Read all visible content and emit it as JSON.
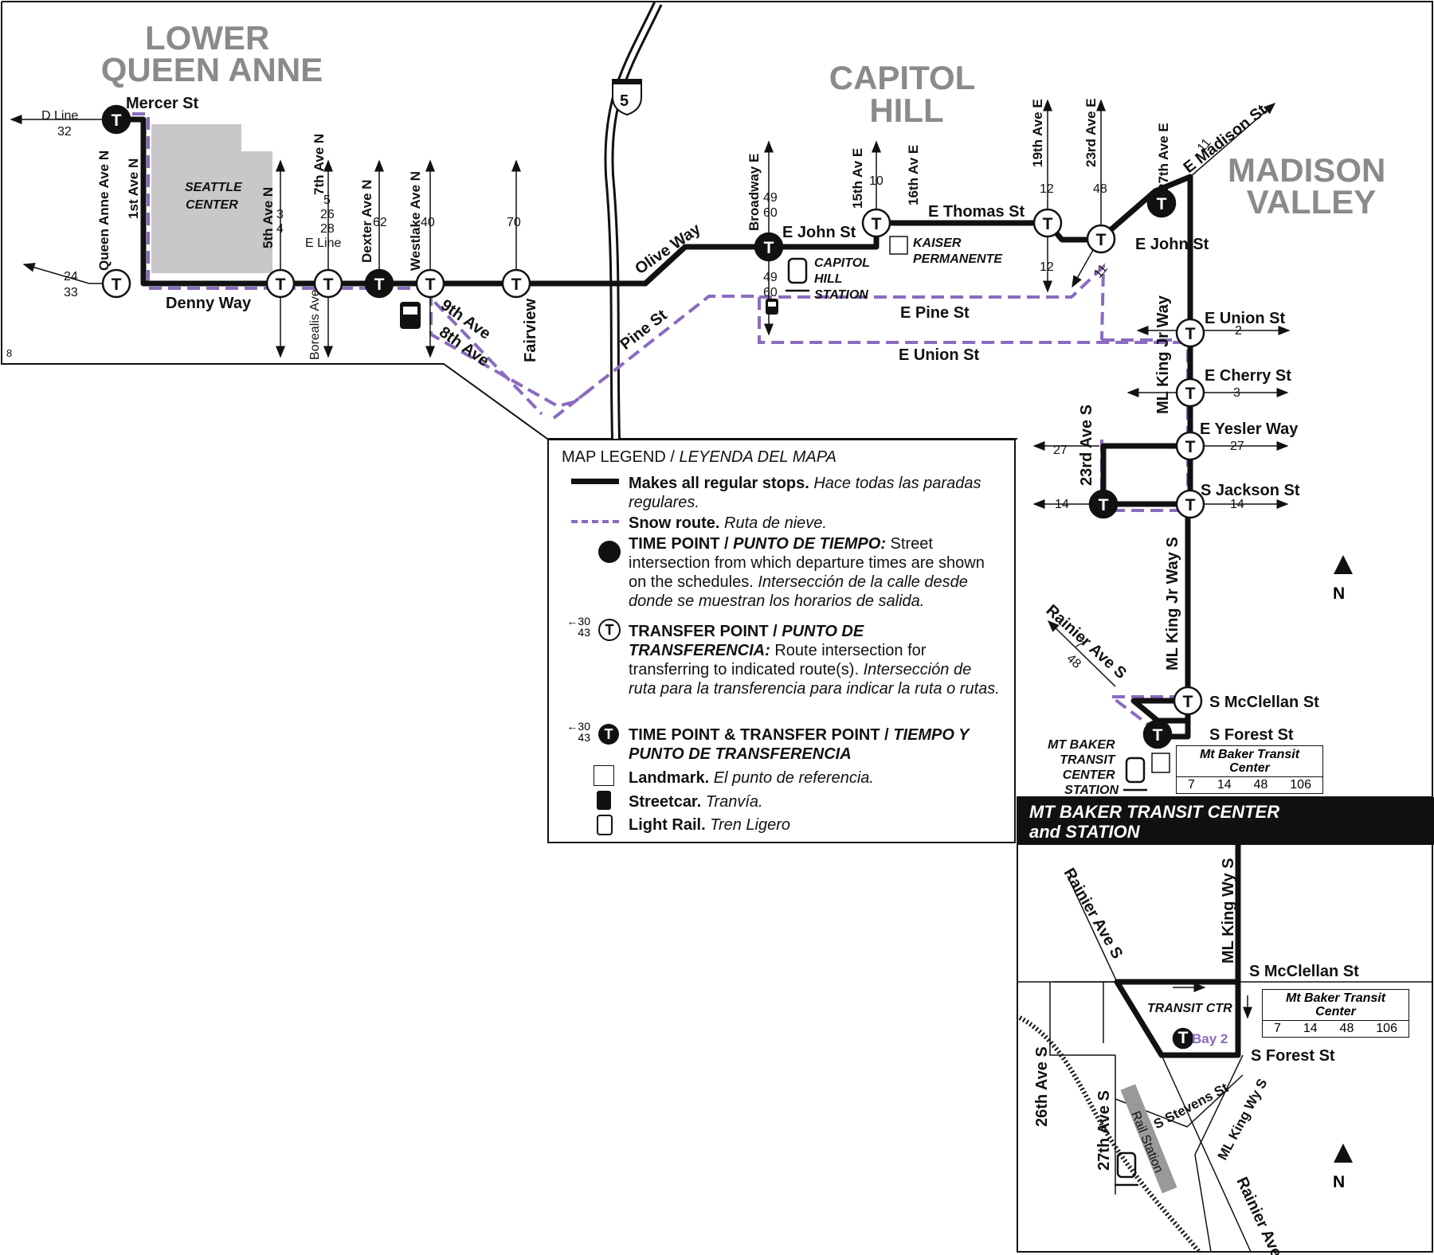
{
  "areas": {
    "lower_queen_anne": [
      "LOWER",
      "QUEEN ANNE"
    ],
    "capitol_hill": [
      "CAPITOL",
      "HILL"
    ],
    "madison_valley": [
      "MADISON",
      "VALLEY"
    ]
  },
  "streets": {
    "mercer": "Mercer St",
    "queen_anne_ave": "Queen Anne Ave N",
    "first_ave": "1st Ave N",
    "seattle_center": [
      "SEATTLE",
      "CENTER"
    ],
    "denny": "Denny Way",
    "fifth_ave": "5th Ave N",
    "seventh_ave": "7th Ave N",
    "borealis": "Borealis Ave",
    "dexter": "Dexter Ave N",
    "westlake": "Westlake Ave N",
    "ninth_ave": "9th Ave",
    "eighth_ave": "8th Ave",
    "fairview": "Fairview",
    "olive": "Olive Way",
    "pine": "Pine St",
    "broadway": "Broadway E",
    "e_john": "E John St",
    "fifteenth": "15th Av E",
    "sixteenth": "16th Av E",
    "thomas": "E Thomas St",
    "nineteenth": "19th Ave E",
    "twentythird_e": "23rd Ave E",
    "twentyseventh_e": "27th Ave E",
    "madison": "E Madison St",
    "e_john_2": "E John St",
    "e_pine": "E Pine St",
    "e_union_label": "E Union St",
    "union_st": "E Union St",
    "mlk_jr_way": "ML King Jr Way",
    "cherry": "E Cherry St",
    "yesler": "E Yesler Way",
    "twentythird_s": "23rd Ave S",
    "jackson": "S Jackson St",
    "mlk_jr_way_s": "ML King Jr Way S",
    "rainier": "Rainier Ave S",
    "mcclellan": "S McClellan St",
    "forest": "S Forest St",
    "interstate": "5",
    "kaiser": [
      "KAISER",
      "PERMANENTE"
    ],
    "capitol_station": [
      "CAPITOL",
      "HILL",
      "STATION"
    ],
    "mt_baker_station": [
      "MT BAKER",
      "TRANSIT",
      "CENTER",
      "STATION"
    ]
  },
  "routes": {
    "d_line": "D Line",
    "r32": "32",
    "r24": "24",
    "r33": "33",
    "r3": "3",
    "r4": "4",
    "r5": "5",
    "r26": "26",
    "r28": "28",
    "e_line": "E Line",
    "r62": "62",
    "r40": "40",
    "r70": "70",
    "r49": "49",
    "r60": "60",
    "r49b": "49",
    "r60b": "60",
    "r10": "10",
    "r12": "12",
    "r12b": "12",
    "r48": "48",
    "r11": "11",
    "r11b": "11",
    "r2": "2",
    "r3b": "3",
    "r27": "27",
    "r27b": "27",
    "r14": "14",
    "r14b": "14",
    "r7": "7",
    "r48b": "48",
    "page_num": "8"
  },
  "legend": {
    "title": "MAP LEGEND / ",
    "title_es": "LEYENDA DEL MAPA",
    "regular_b": "Makes all regular stops.",
    "regular_i": " Hace todas las paradas regulares.",
    "snow_b": "Snow route.",
    "snow_i": " Ruta de nieve.",
    "tp_b": "TIME POINT / ",
    "tp_bi": "PUNTO DE TIEMPO:",
    "tp_t": " Street intersection from which departure times are shown on the schedules.",
    "tp_i": " Intersección de la calle desde donde se muestran los horarios de salida.",
    "tr_b": "TRANSFER POINT / ",
    "tr_bi": "PUNTO DE TRANSFERENCIA:",
    "tr_t": " Route intersection for transferring to indicated route(s).",
    "tr_i": " Intersección de ruta para la transferencia para indicar la ruta o rutas.",
    "both_b": "TIME POINT & TRANSFER POINT / ",
    "both_bi": "TIEMPO Y PUNTO DE TRANSFERENCIA",
    "landmark_b": "Landmark.",
    "landmark_i": " El punto de referencia.",
    "streetcar_b": "Streetcar.",
    "streetcar_i": " Tranvía.",
    "rail_b": "Light Rail.",
    "rail_i": " Tren Ligero",
    "sample_r1": "30",
    "sample_r2": "43"
  },
  "transit_center": {
    "bar_line1": "MT BAKER TRANSIT CENTER",
    "bar_line2": "and STATION",
    "box_title": "Mt Baker Transit Center",
    "box_routes": [
      "7",
      "14",
      "48",
      "106"
    ],
    "transit_ctr": "TRANSIT CTR",
    "bay": "Bay 2",
    "rail_station": "Rail Station",
    "inset_streets": {
      "rainier": "Rainier Ave S",
      "mlk_wy": "ML King Wy S",
      "mcclellan": "S McClellan St",
      "forest": "S Forest St",
      "twentysixth": "26th Ave S",
      "twentyseventh": "27th Ave S",
      "stevens": "S Stevens St",
      "mlk_wy_2": "ML King Wy S",
      "rainier_2": "Rainier Ave S"
    }
  },
  "north": "N",
  "colors": {
    "route": "#111111",
    "snow": "#8a6bbf",
    "landmark": "#c8c8c8"
  }
}
